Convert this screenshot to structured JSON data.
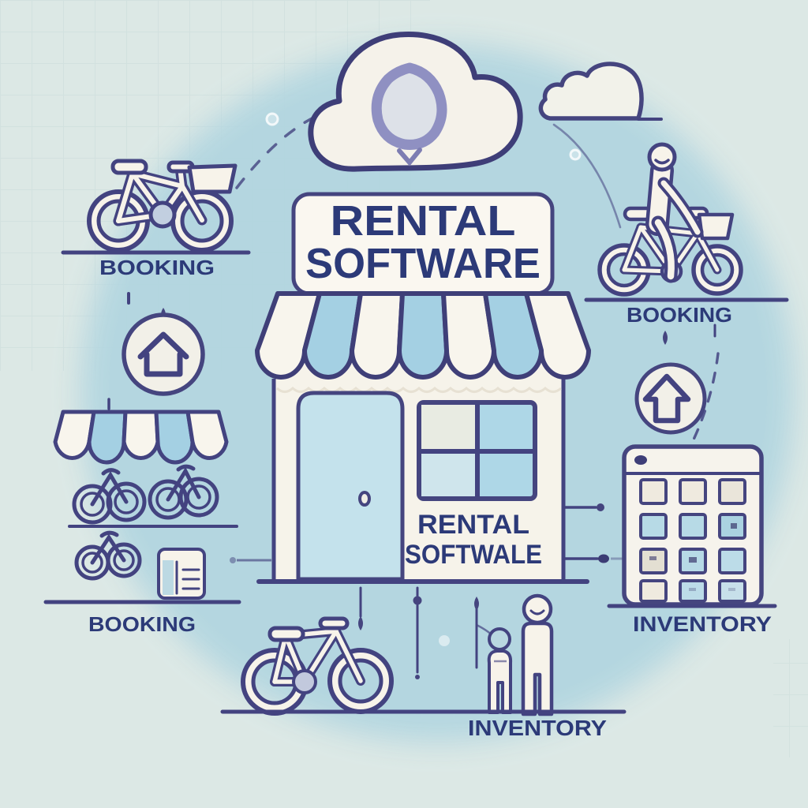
{
  "scene": {
    "colors": {
      "background": "#dce8e5",
      "halo_circle": "#b2d6e0",
      "outline": "#434380",
      "navy_text": "#2c3a78",
      "awning_blue": "#a4d0e3",
      "cream": "#f7f3ea",
      "door_blue": "#c4e2ec",
      "window_blue": "#aed7e7",
      "blob_stroke": "#8f90c2"
    }
  },
  "sign": {
    "line1": "RENTAL",
    "line2": "SOFTWARE"
  },
  "storefront": {
    "sign_line1": "RENTAL",
    "sign_line2": "SOFTWALE"
  },
  "labels": {
    "booking_left": "BOOKING",
    "booking_lower_left": "BOOKING",
    "booking_right": "BOOKING",
    "inventory_right": "INVENTORY",
    "inventory_bottom": "INVENTORY"
  },
  "icons": {
    "cloud": "cloud-icon",
    "pin_blob": "pin-blob-icon",
    "small_cloud": "small-cloud-icon",
    "house": "house-icon",
    "upload": "upload-arrow-icon",
    "calendar": "calendar-grid-icon",
    "bicycle": "bicycle-icon",
    "cyclist": "cyclist-icon",
    "customers": "customers-icon",
    "storefront": "storefront-icon",
    "card": "rental-card-icon"
  }
}
